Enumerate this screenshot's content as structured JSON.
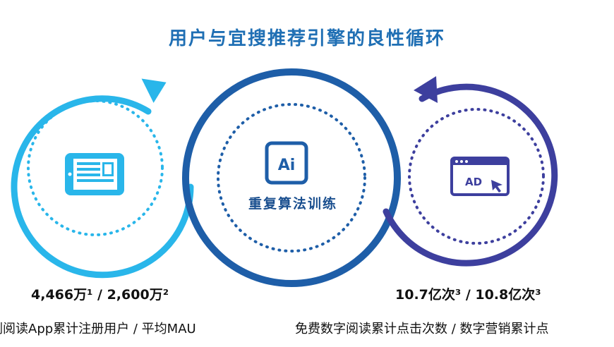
{
  "title": "用户与宜搜推荐引擎的良性循环",
  "center_label": "重复算法训练",
  "ai_badge": "Ai",
  "ad_badge": "AD",
  "left_stat": "4,466万¹ / 2,600万²",
  "left_desc": "刚阅读App累计注册用户 / 平均MAU",
  "right_stat": "10.7亿次³ / 10.8亿次³",
  "right_desc": "免费数字阅读累计点击次数 / 数字营销累计点",
  "colors": {
    "title": "#1f6fb4",
    "left_ring": "#29b6ea",
    "center_ring": "#1e5ea8",
    "right_ring": "#3d3f9e",
    "text": "#111111"
  },
  "icons": {
    "left": "reader-tablet-icon",
    "center": "ai-chip-icon",
    "right": "ad-browser-icon"
  }
}
